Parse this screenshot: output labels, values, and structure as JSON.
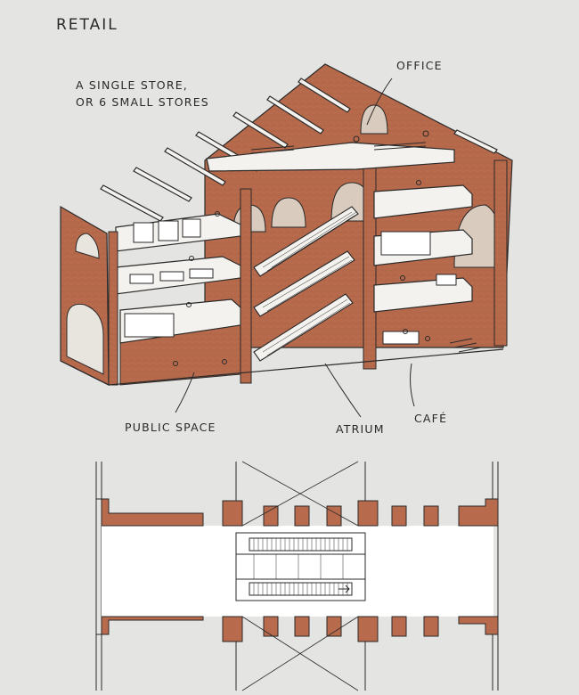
{
  "title": "RETAIL",
  "annotations": {
    "single_store_line1": "A SINGLE STORE,",
    "single_store_line2": "OR 6 SMALL STORES",
    "office": "OFFICE",
    "public_space": "PUBLIC SPACE",
    "atrium": "ATRIUM",
    "cafe": "CAFÉ"
  },
  "colors": {
    "brick": "#b86a4c",
    "brick_dark": "#8c4a33",
    "paper": "#e4e4e2",
    "line": "#2a2a2a",
    "floor": "#f4f2ee"
  }
}
